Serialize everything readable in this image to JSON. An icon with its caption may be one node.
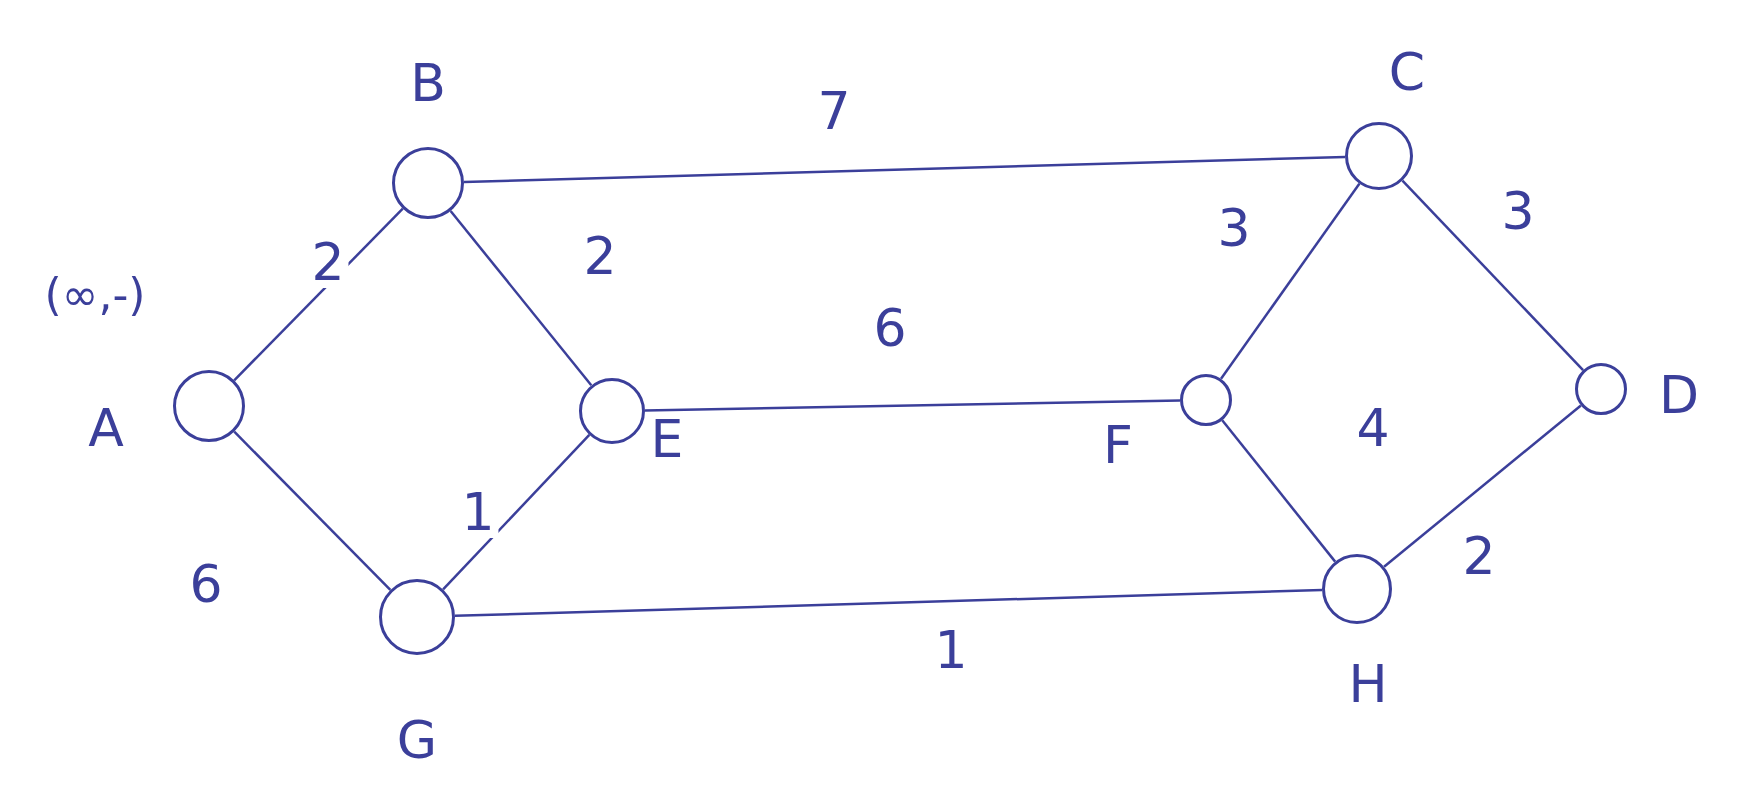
{
  "diagram": {
    "nodes": [
      {
        "text": [],
        "shape": "circle",
        "beside": [
          "A"
        ]
      },
      {
        "text": [],
        "shape": "circle",
        "beside": [
          "B"
        ]
      },
      {
        "text": [],
        "shape": "circle",
        "beside": [
          "C"
        ]
      },
      {
        "text": [],
        "shape": "circle",
        "beside": [
          "D"
        ]
      },
      {
        "text": [],
        "shape": "circle",
        "beside": [
          "E"
        ]
      },
      {
        "text": [],
        "shape": "circle",
        "beside": [
          "F"
        ]
      },
      {
        "text": [],
        "shape": "circle",
        "beside": [
          "G"
        ]
      },
      {
        "text": [],
        "shape": "circle",
        "beside": [
          "H"
        ]
      }
    ],
    "edges": [
      {
        "from": 0,
        "to": 1,
        "arrow": "none",
        "label": "2"
      },
      {
        "from": 1,
        "to": 4,
        "arrow": "none",
        "label": "2"
      },
      {
        "from": 0,
        "to": 6,
        "arrow": "none",
        "label": "6"
      },
      {
        "from": 6,
        "to": 4,
        "arrow": "none",
        "label": "1"
      },
      {
        "from": 1,
        "to": 2,
        "arrow": "none",
        "label": "7"
      },
      {
        "from": 4,
        "to": 5,
        "arrow": "none",
        "label": "6"
      },
      {
        "from": 2,
        "to": 5,
        "arrow": "none",
        "label": "3"
      },
      {
        "from": 2,
        "to": 3,
        "arrow": "none",
        "label": "3"
      },
      {
        "from": 5,
        "to": 7,
        "arrow": "none",
        "label": "4"
      },
      {
        "from": 7,
        "to": 3,
        "arrow": "none",
        "label": "2"
      },
      {
        "from": 6,
        "to": 7,
        "arrow": "none",
        "label": "1"
      }
    ],
    "labels": [
      "(∞,-)"
    ]
  }
}
